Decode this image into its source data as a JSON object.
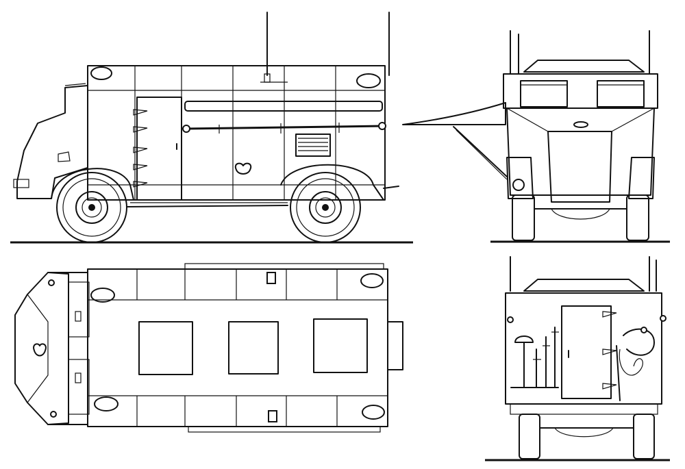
{
  "drawing": {
    "subject": "",
    "line_color": "#111111",
    "background": "#ffffff",
    "views": [
      {
        "id": "side",
        "shown": true
      },
      {
        "id": "front",
        "shown": true
      },
      {
        "id": "top",
        "shown": true
      },
      {
        "id": "rear",
        "shown": true
      }
    ]
  }
}
